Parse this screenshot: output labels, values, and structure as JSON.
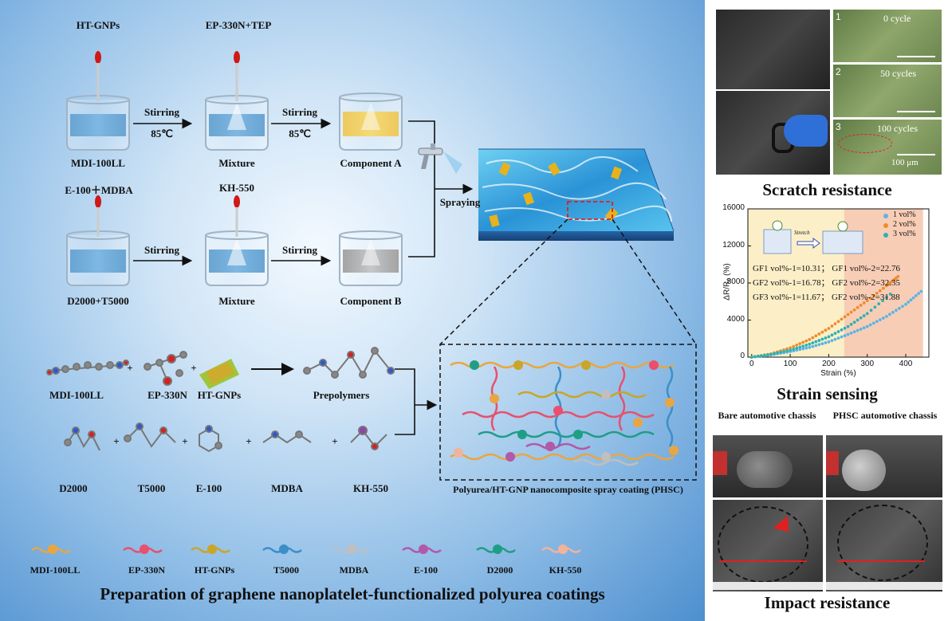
{
  "main_title": "Preparation of graphene nanoplatelet-functionalized polyurea coatings",
  "process": {
    "reagent1": "HT-GNPs",
    "reagent2": "EP-330N+TEP",
    "reagent3": "E-100＋MDBA",
    "reagent4": "KH-550",
    "beaker1": "MDI-100LL",
    "beaker2": "Mixture",
    "beaker3": "Component A",
    "beaker4": "D2000+T5000",
    "beaker5": "Mixture",
    "beaker6": "Component B",
    "step1": "Stirring",
    "step1_temp": "85℃",
    "step2": "Stirring",
    "step2_temp": "85℃",
    "step3": "Stirring",
    "step4": "Stirring",
    "spraying": "Spraying"
  },
  "molecules": {
    "row1": [
      "MDI-100LL",
      "EP-330N",
      "HT-GNPs"
    ],
    "prepolymers": "Prepolymers",
    "row2": [
      "D2000",
      "T5000",
      "E-100",
      "MDBA",
      "KH-550"
    ],
    "plus": "+"
  },
  "network_caption": "Polyurea/HT-GNP nanocomposite spray coating (PHSC)",
  "legend": [
    {
      "name": "MDI-100LL",
      "color": "#e8a642"
    },
    {
      "name": "EP-330N",
      "color": "#e8506e"
    },
    {
      "name": "HT-GNPs",
      "color": "#c9a52a"
    },
    {
      "name": "T5000",
      "color": "#3b8fc8"
    },
    {
      "name": "MDBA",
      "color": "#bfbfbf"
    },
    {
      "name": "E-100",
      "color": "#b05aa8"
    },
    {
      "name": "D2000",
      "color": "#1f9e86"
    },
    {
      "name": "KH-550",
      "color": "#f0b49a"
    }
  ],
  "scratch": {
    "title": "Scratch resistance",
    "cycles": [
      "0 cycle",
      "50 cycles",
      "100 cycles"
    ],
    "numbers": [
      "1",
      "2",
      "3"
    ],
    "scale": "100 μm"
  },
  "strain": {
    "title": "Strain sensing",
    "stretch_label": "Stretch",
    "gf_lines": [
      "GF1 vol%-1=10.31；  GF1 vol%-2=22.76",
      "GF2 vol%-1=16.78；  GF2 vol%-2=32.35",
      "GF3 vol%-1=11.67；  GF2 vol%-2=31.88"
    ]
  },
  "chart_data": {
    "type": "scatter",
    "xlabel": "Strain (%)",
    "ylabel": "ΔR/R₀ (%)",
    "xlim": [
      -10,
      460
    ],
    "ylim": [
      0,
      16000
    ],
    "xticks": [
      0,
      100,
      200,
      300,
      400
    ],
    "yticks": [
      0,
      4000,
      8000,
      12000,
      16000
    ],
    "series": [
      {
        "name": "1 vol%",
        "color": "#5ab4e6",
        "x": [
          0,
          50,
          100,
          150,
          200,
          250,
          300,
          350,
          400,
          440
        ],
        "y": [
          0,
          250,
          600,
          1050,
          1650,
          2450,
          3300,
          4400,
          5700,
          7100
        ]
      },
      {
        "name": "2 vol%",
        "color": "#ef8a2e",
        "x": [
          0,
          50,
          100,
          150,
          200,
          250,
          300,
          350,
          380
        ],
        "y": [
          0,
          350,
          1000,
          1900,
          3100,
          4600,
          6100,
          7700,
          8700
        ]
      },
      {
        "name": "3 vol%",
        "color": "#2ab3b3",
        "x": [
          0,
          50,
          100,
          150,
          200,
          250,
          300,
          360
        ],
        "y": [
          0,
          300,
          750,
          1400,
          2200,
          3300,
          4700,
          6800
        ]
      }
    ]
  },
  "impact": {
    "title": "Impact resistance",
    "bare": "Bare automotive chassis",
    "phsc": "PHSC automotive chassis"
  }
}
